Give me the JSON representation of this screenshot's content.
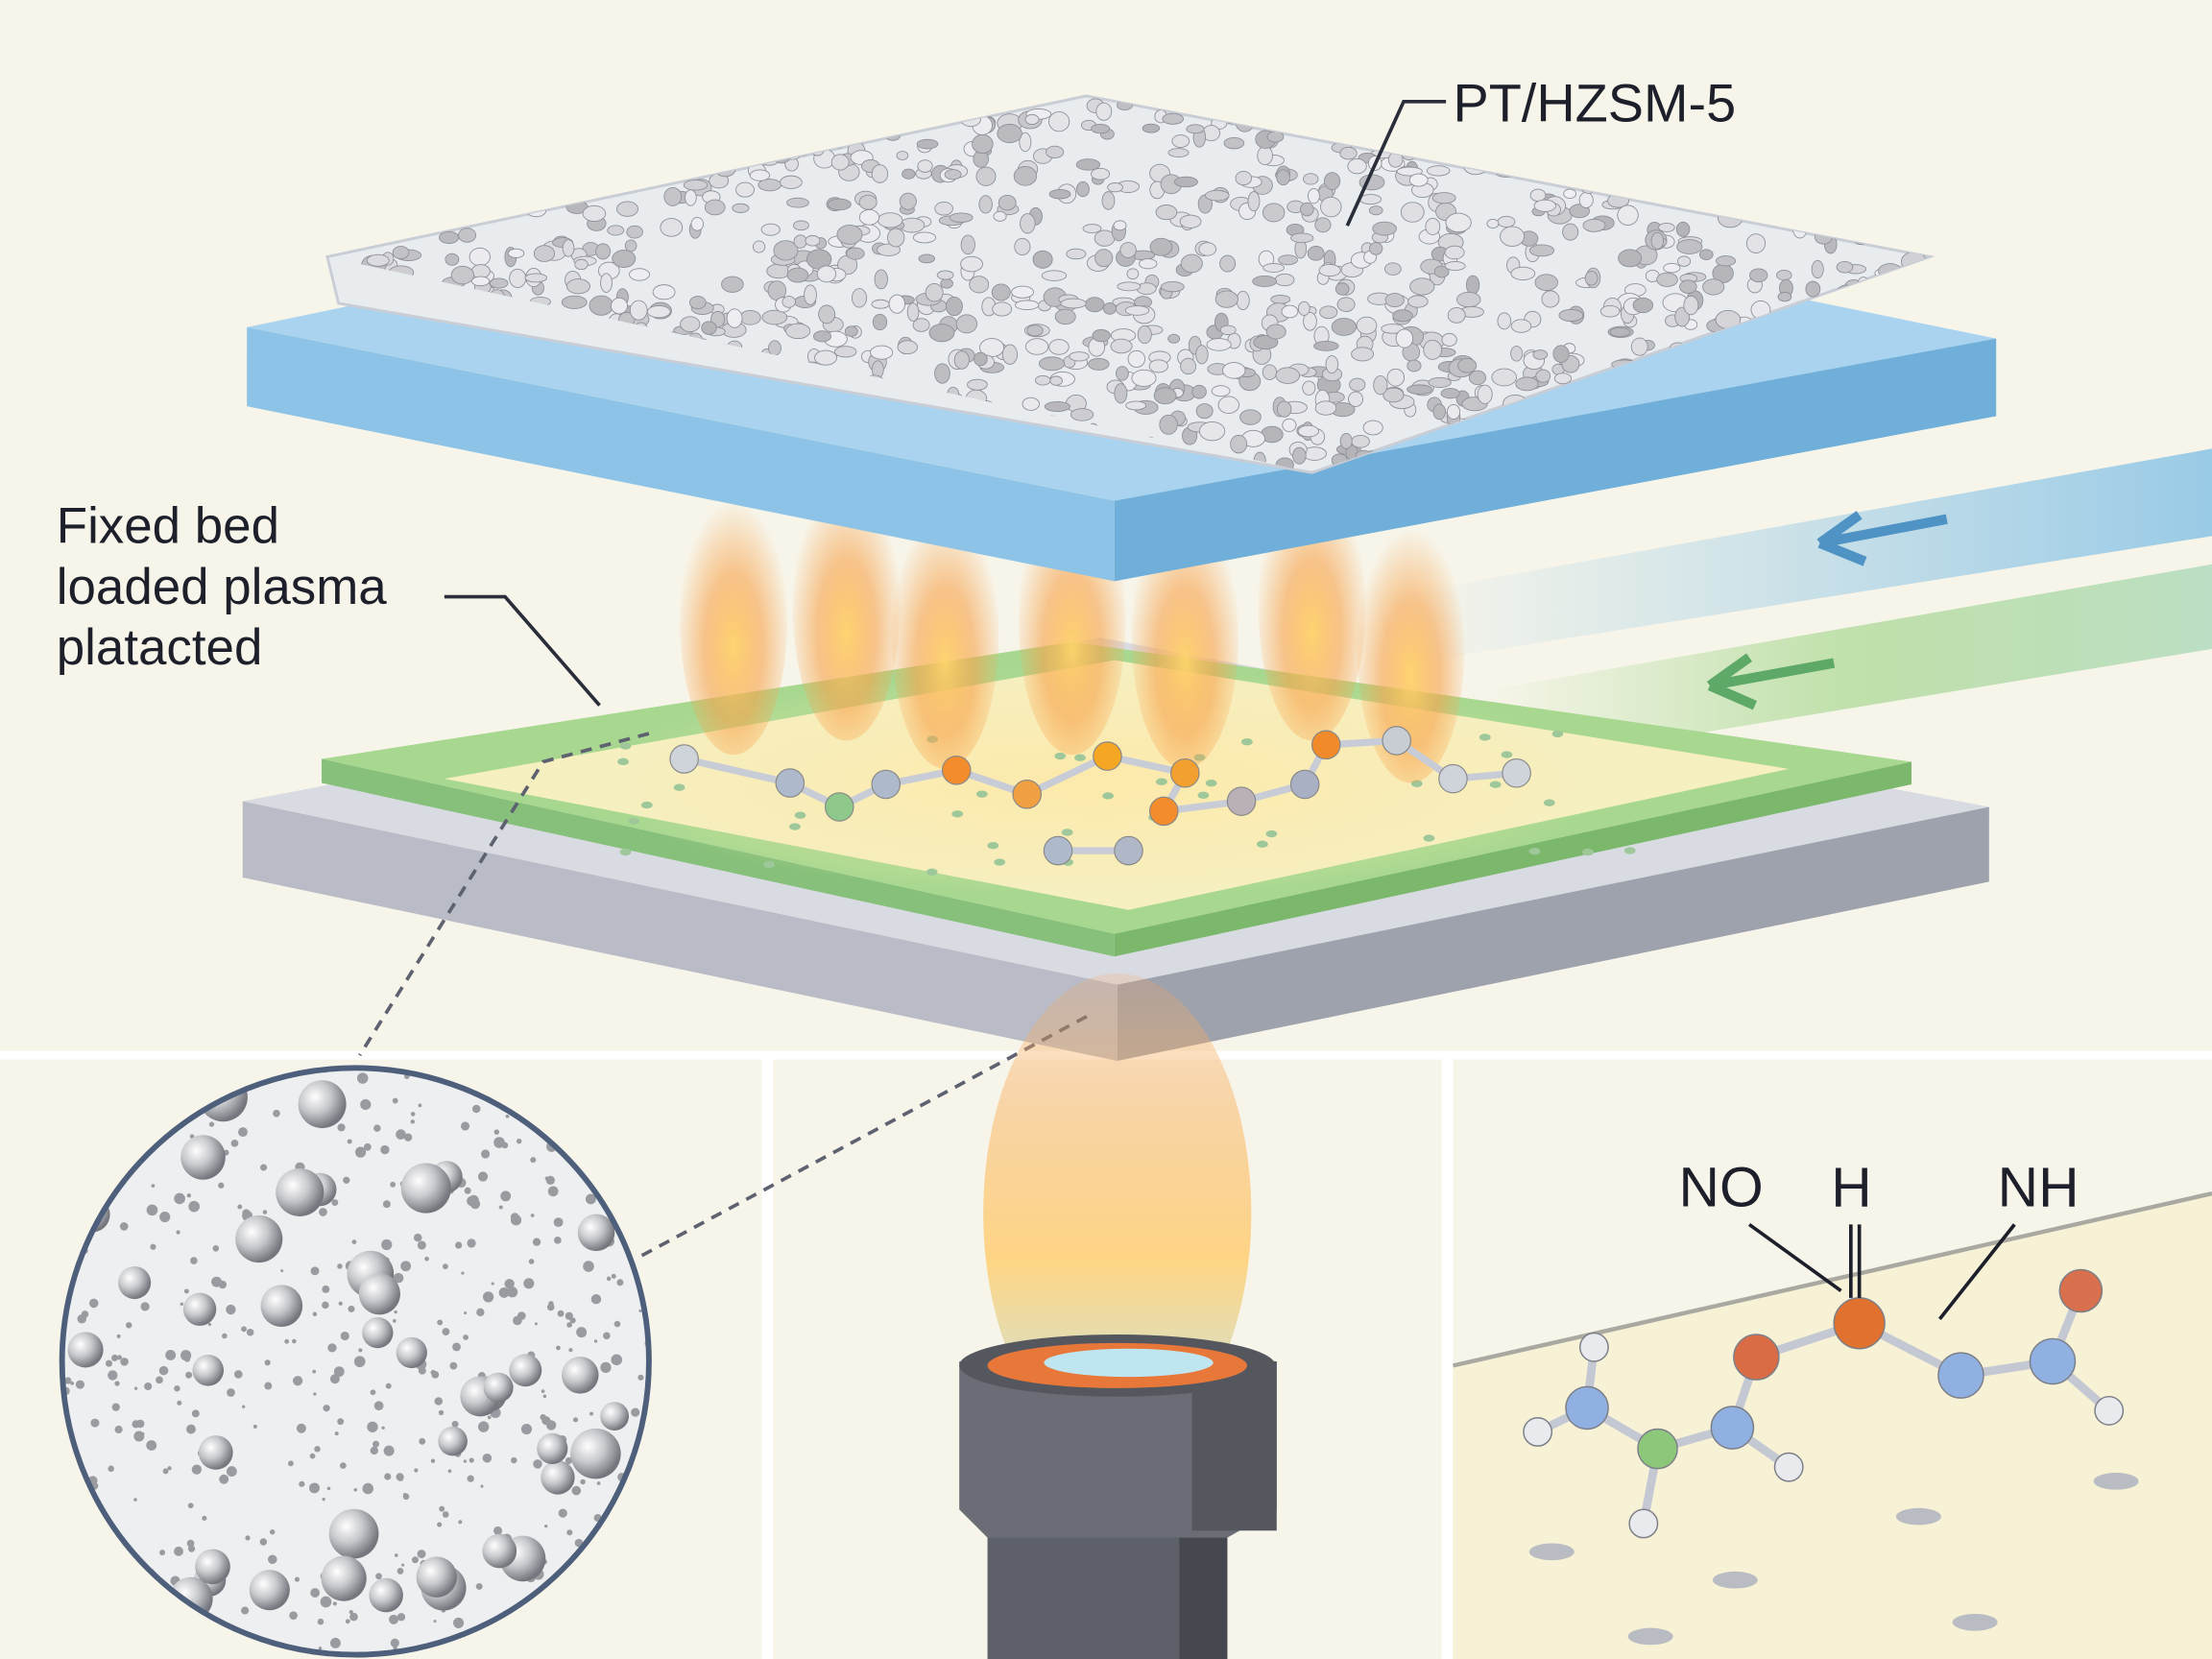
{
  "labels": {
    "catalyst": "PT/HZSM-5",
    "fixed_bed_line1": "Fixed bed",
    "fixed_bed_line2": "loaded plasma",
    "fixed_bed_line3": "platacted",
    "species_no": "NO",
    "species_h": "H",
    "species_nh": "NH"
  },
  "colors": {
    "background": "#f7f5ea",
    "top_plate": "#8cc3e6",
    "catalyst_layer": "#a8d890",
    "base_plate": "#b9bcc6",
    "flame": "#f7a24a",
    "arrow_blue": "#4f93c4",
    "arrow_green": "#5ea868"
  }
}
